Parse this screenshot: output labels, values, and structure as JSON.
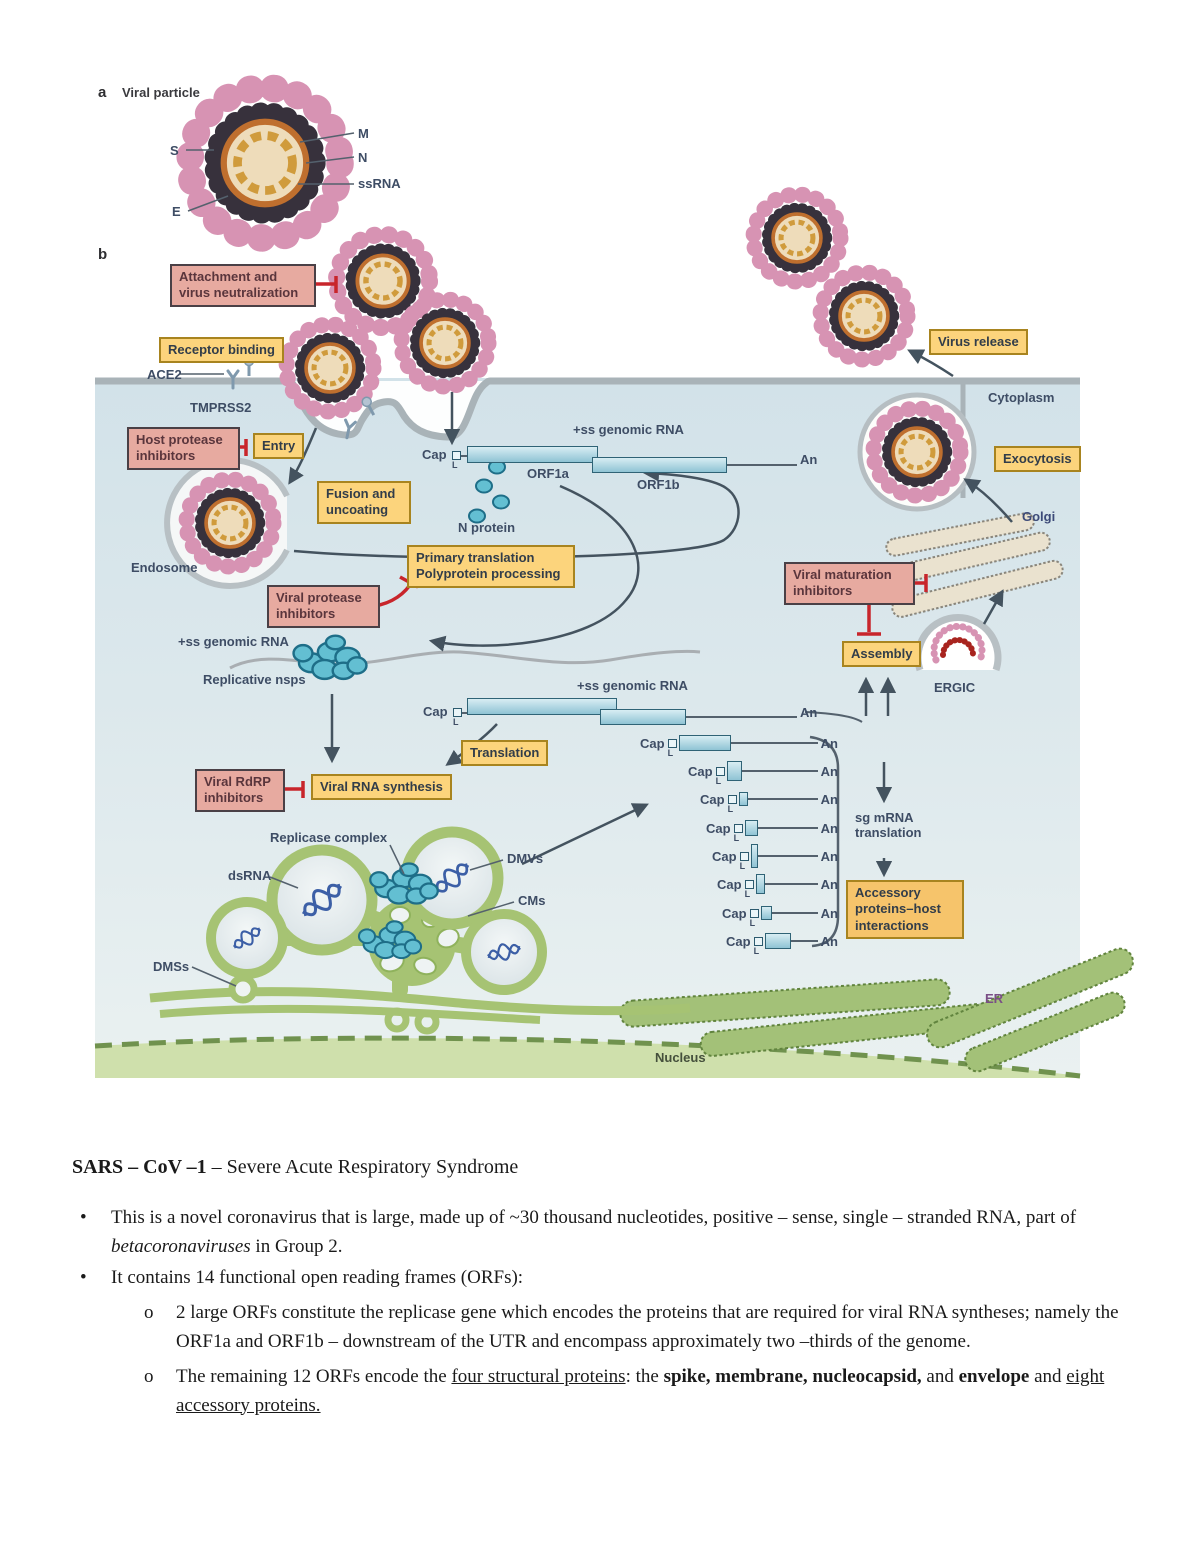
{
  "figure": {
    "panel_a_tag": "a",
    "panel_a_title": "Viral particle",
    "panel_b_tag": "b",
    "virion": {
      "s": "S",
      "e": "E",
      "m": "M",
      "n": "N",
      "ssrna": "ssRNA"
    },
    "inhibitors": {
      "attachment": "Attachment and\nvirus neutralization",
      "host_protease": "Host protease\ninhibitors",
      "viral_protease": "Viral protease\ninhibitors",
      "rdrp": "Viral RdRP\ninhibitors",
      "maturation": "Viral maturation\ninhibitors"
    },
    "processes": {
      "receptor_binding": "Receptor binding",
      "entry": "Entry",
      "fusion": "Fusion and\nuncoating",
      "primary_translation": "Primary translation\nPolyprotein processing",
      "translation": "Translation",
      "rna_synthesis": "Viral RNA synthesis",
      "assembly": "Assembly",
      "virus_release": "Virus release",
      "exocytosis": "Exocytosis",
      "accessory": "Accessory\nproteins–host\ninteractions"
    },
    "labels": {
      "ace2": "ACE2",
      "tmprss2": "TMPRSS2",
      "endosome": "Endosome",
      "cytoplasm": "Cytoplasm",
      "golgi": "Golgi",
      "ergic": "ERGIC",
      "er": "ER",
      "nucleus": "Nucleus",
      "genomic_rna": "+ss genomic RNA",
      "orf1a": "ORF1a",
      "orf1b": "ORF1b",
      "n_protein": "N protein",
      "replicative_nsps": "Replicative nsps",
      "replicase_complex": "Replicase complex",
      "dsrna": "dsRNA",
      "dmvs": "DMVs",
      "cms": "CMs",
      "dmss": "DMSs",
      "sg_mrna_translation": "sg mRNA\ntranslation",
      "cap": "Cap",
      "an": "An",
      "l": "L"
    },
    "colors": {
      "inhibitor_box": "#e7aaa0",
      "process_box": "#fcd47c",
      "inhibition_red": "#c8252b",
      "cell_background": "#d9e7ec",
      "membrane_gray": "#a9b3b8",
      "organelle_green": "#a6c373",
      "rna_bar_blue": "#8fc3d4",
      "spike_pink": "#d793b3"
    }
  },
  "notes": {
    "marker_dot": "•",
    "marker_o": "o",
    "heading_bold": "SARS – CoV –1",
    "heading_rest": " – Severe Acute Respiratory Syndrome",
    "bullet1": {
      "t1": "This is a novel coronavirus that is large, made up of ~30 thousand nucleotides, positive – sense, single – stranded RNA, part of ",
      "italic": "betacoronaviruses",
      "t2": " in Group 2."
    },
    "bullet2": "It contains 14 functional open reading frames (ORFs):",
    "sub1": "2 large ORFs constitute the replicase gene which encodes the proteins that are required for viral RNA syntheses; namely the ORF1a and ORF1b – downstream of the UTR and encompass approximately two –thirds of the genome.",
    "sub2": {
      "t1": "The remaining 12 ORFs encode the ",
      "u1": "four structural proteins",
      "t2": ": the ",
      "b1": "spike, membrane, nucleocapsid,",
      "t3": " and ",
      "b2": "envelope",
      "t4": " and ",
      "u2": "eight accessory proteins."
    }
  }
}
